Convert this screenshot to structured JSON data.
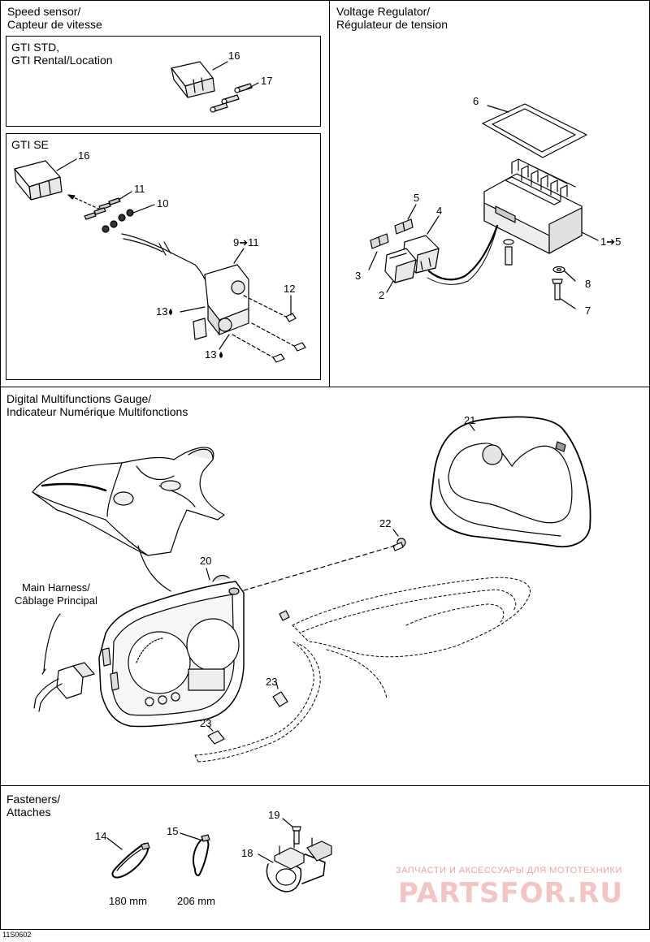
{
  "panels": {
    "speed_sensor": {
      "title": "Speed sensor/\nCapteur de vitesse",
      "gti_std": {
        "title": "GTI STD,\nGTI Rental/Location",
        "callouts": [
          "16",
          "17"
        ]
      },
      "gti_se": {
        "title": "GTI SE",
        "callouts": [
          "16",
          "11",
          "10",
          "9➔11",
          "12",
          "13",
          "13"
        ]
      }
    },
    "voltage_regulator": {
      "title": "Voltage Regulator/\nRégulateur de tension",
      "callouts": [
        "6",
        "5",
        "4",
        "1➔5",
        "3",
        "2",
        "8",
        "7"
      ]
    },
    "gauge": {
      "title": "Digital Multifunctions Gauge/\nIndicateur Numérique Multifonctions",
      "callouts": [
        "21",
        "22",
        "20",
        "23",
        "23"
      ],
      "harness_label": "Main Harness/\nCâblage Principal"
    },
    "fasteners": {
      "title": "Fasteners/\nAttaches",
      "callouts": [
        "14",
        "15",
        "19",
        "18"
      ],
      "lengths": [
        "180 mm",
        "206 mm"
      ]
    }
  },
  "watermark": {
    "line1": "ЗАПЧАСТИ И АКСЕССУАРЫ ДЛЯ МОТОТЕХНИКИ",
    "line2": "PARTSFOR.RU"
  },
  "drawing_code": "11S0602"
}
